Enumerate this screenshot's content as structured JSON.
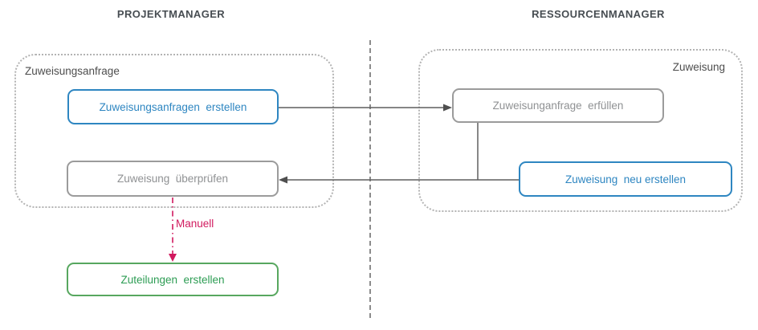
{
  "colors": {
    "accent-blue": "#2E86C1",
    "neutral-gray": "#9B9B9B",
    "gray-text": "#8F9193",
    "green": "#57A75F",
    "green-text": "#2C9C53",
    "crimson": "#D1195E",
    "line": "#5F5F5F",
    "heading": "#474D52",
    "container-border": "#B3B3B3",
    "container-label": "#4D4D4D"
  },
  "lanes": {
    "left": {
      "title": "PROJEKTMANAGER"
    },
    "right": {
      "title": "RESSOURCENMANAGER"
    }
  },
  "containers": {
    "left": {
      "label": "Zuweisungsanfrage"
    },
    "right": {
      "label": "Zuweisung"
    }
  },
  "nodes": {
    "create_request": {
      "label": "Zuweisungsanfragen  erstellen"
    },
    "fulfill_request": {
      "label": "Zuweisunganfrage  erfüllen"
    },
    "review_assignment": {
      "label": "Zuweisung  überprüfen"
    },
    "create_new_assignment": {
      "label": "Zuweisung  neu erstellen"
    },
    "create_allocations": {
      "label": "Zuteilungen  erstellen"
    }
  },
  "edges": {
    "manual_label": "Manuell"
  }
}
